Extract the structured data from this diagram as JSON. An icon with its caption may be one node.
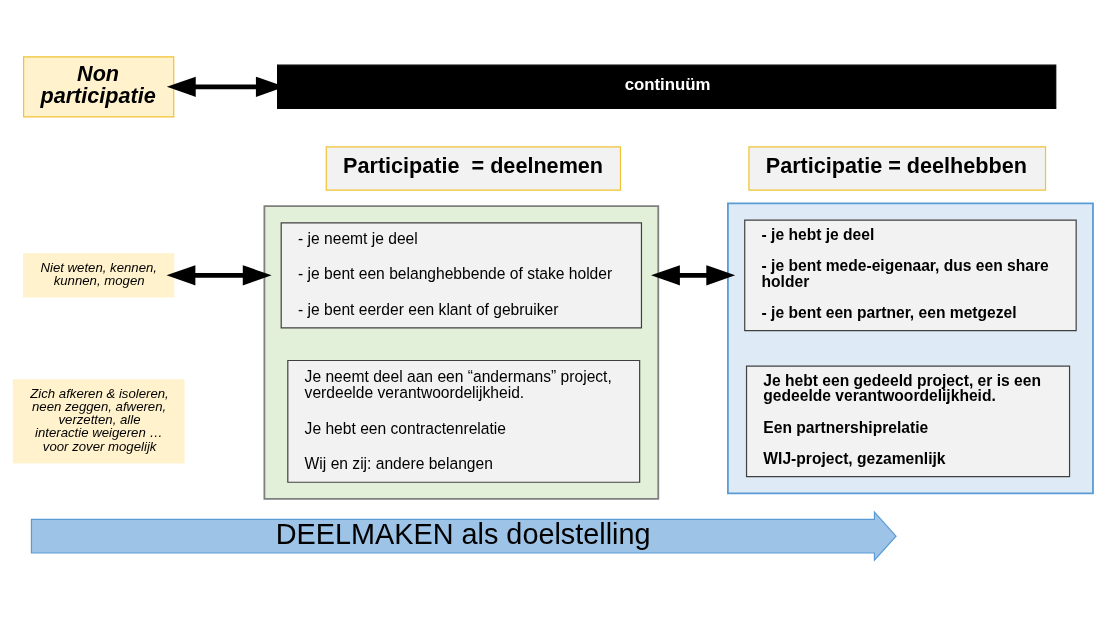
{
  "diagram": {
    "nodes": [
      {
        "text": [
          "Non participatie"
        ]
      },
      {
        "text": [
          "continuüm"
        ]
      },
      {
        "text": [
          "Participatie  = deelnemen"
        ]
      },
      {
        "text": [
          "Participatie = deelhebben"
        ]
      },
      {
        "text": [],
        "shape": "box"
      },
      {
        "text": [
          "- je neemt je deel",
          "- je bent een belanghebbende of stake holder",
          "- je bent eerder een klant of gebruiker"
        ],
        "in": 4
      },
      {
        "text": [
          "Je neemt deel aan een “andermans” project, verdeelde verantwoordelijkheid.",
          "Je hebt een contractenrelatie",
          "Wij en zij: andere belangen"
        ],
        "in": 4
      },
      {
        "text": [],
        "shape": "box"
      },
      {
        "text": [
          "- je hebt je deel",
          "- je bent mede-eigenaar, dus een share holder",
          "- je bent een partner, een metgezel"
        ],
        "in": 7
      },
      {
        "text": [
          "Je hebt een gedeeld project, er is een gedeelde verantwoordelijkheid.",
          "Een partnershiprelatie",
          "WIJ-project, gezamenlijk"
        ],
        "in": 7
      },
      {
        "text": [
          "Niet weten, kennen, kunnen, mogen"
        ]
      },
      {
        "text": [
          "Zich afkeren & isoleren, neen zeggen, afweren, verzetten, alle interactie weigeren … voor zover mogelijk"
        ]
      },
      {
        "text": [
          "DEELMAKEN als doelstelling"
        ]
      }
    ],
    "edges": [
      {
        "from": 0,
        "to": 1,
        "arrow": "both"
      },
      {
        "from": 10,
        "to": 4,
        "arrow": "both"
      },
      {
        "from": 4,
        "to": 7,
        "arrow": "both"
      }
    ]
  }
}
